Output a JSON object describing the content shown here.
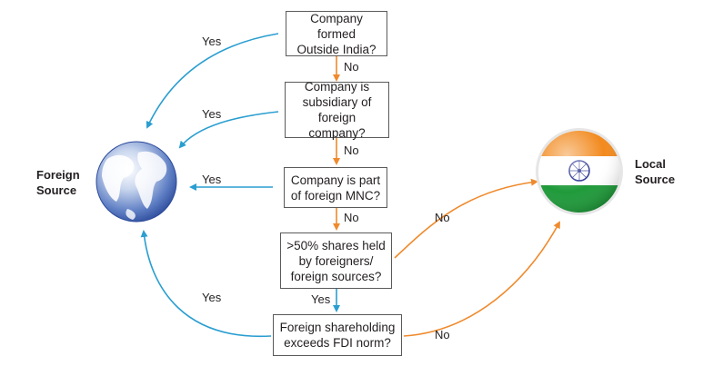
{
  "left_label": {
    "line1": "Foreign",
    "line2": "Source"
  },
  "right_label": {
    "line1": "Local",
    "line2": "Source"
  },
  "boxes": [
    {
      "line1": "Company formed",
      "line2": "Outside India?"
    },
    {
      "line1": "Company is",
      "line2": "subsidiary of",
      "line3": "foreign company?"
    },
    {
      "line1": "Company is part",
      "line2": "of foreign MNC?"
    },
    {
      "line1": ">50% shares held",
      "line2": "by foreigners/",
      "line3": "foreign sources?"
    },
    {
      "line1": "Foreign shareholding",
      "line2": "exceeds FDI norm?"
    }
  ],
  "edge_labels": {
    "yes": "Yes",
    "no": "No"
  },
  "colors": {
    "yes_arrow": "#2a9ed0",
    "no_arrow": "#ef8a2c",
    "box_border": "#5a5a5a"
  },
  "icons": {
    "left": "globe-icon",
    "right": "india-flag-icon"
  }
}
